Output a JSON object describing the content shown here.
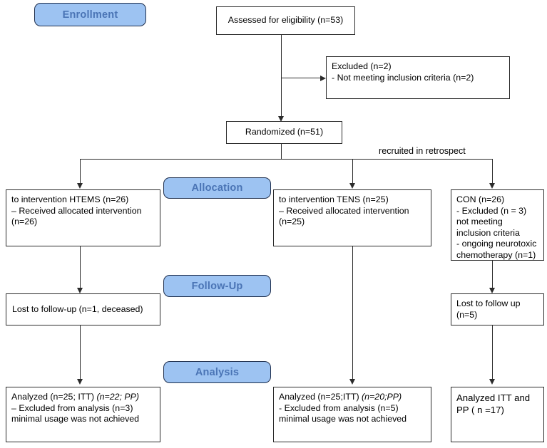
{
  "diagram": {
    "type": "consort-flow-diagram",
    "title": "CONSORT participant flow diagram",
    "accent_color": "#9dc3f2",
    "badge_text_color": "#4a74b5",
    "line_color": "#2b2b2b"
  },
  "stages": [
    {
      "id": "enrollment",
      "label": "Enrollment"
    },
    {
      "id": "allocation",
      "label": "Allocation"
    },
    {
      "id": "followup",
      "label": "Follow-Up"
    },
    {
      "id": "analysis",
      "label": "Analysis"
    }
  ],
  "boxes": {
    "assessed": {
      "text": "Assessed for eligibility (n=53)"
    },
    "excluded": {
      "text": "Excluded  (n=2)\n- Not meeting inclusion criteria (n=2)"
    },
    "randomized": {
      "text": "Randomized (n=51)"
    },
    "alloc_htems": {
      "text": "to intervention HTEMS (n=26)\n– Received allocated intervention\n(n=26)"
    },
    "alloc_tens": {
      "text": "to intervention TENS (n=25)\n– Received allocated intervention\n(n=25)"
    },
    "alloc_con": {
      "text": "CON (n=26)\n- Excluded (n = 3)\nnot meeting\ninclusion criteria\n- ongoing neurotoxic\nchemotherapy (n=1)"
    },
    "lost_htems": {
      "text": "Lost to follow-up (n=1, deceased)"
    },
    "lost_con": {
      "text": "Lost to follow up\n(n=5)"
    },
    "analyzed_htems": {
      "line1_a": "Analyzed (n=25; ITT) ",
      "line1_b": "(n=22; PP)",
      "rest": "– Excluded from analysis (n=3)\nminimal usage was not achieved"
    },
    "analyzed_tens": {
      "line1_a": "Analyzed (n=25;ITT) ",
      "line1_b": "(n=20;PP)",
      "rest": "- Excluded from analysis (n=5)\nminimal usage was not achieved"
    },
    "analyzed_con": {
      "text": "Analyzed ITT and\nPP ( n =17)"
    }
  },
  "annotations": {
    "retrospect": "recruited in retrospect"
  }
}
